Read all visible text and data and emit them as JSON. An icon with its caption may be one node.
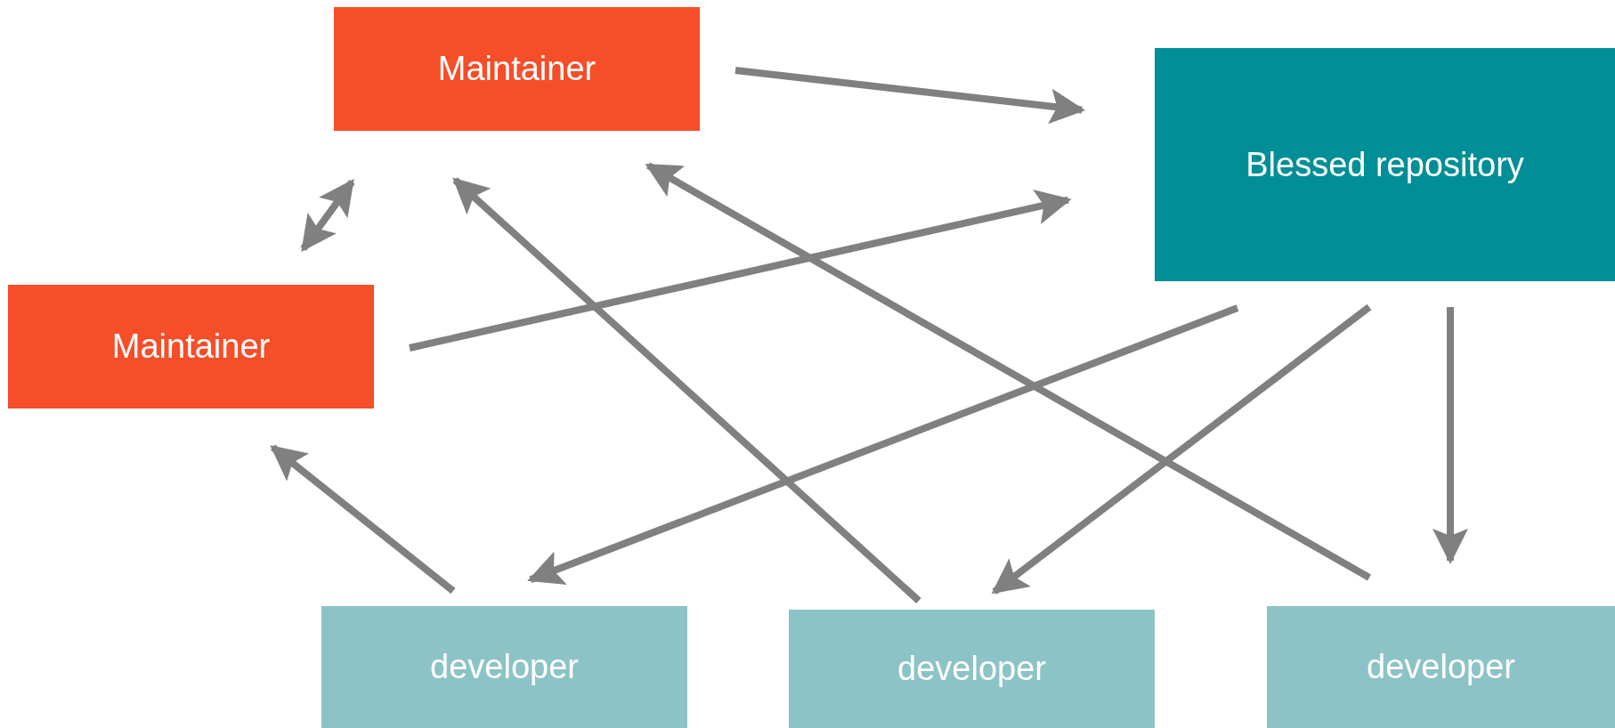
{
  "diagram": {
    "nodes": [
      {
        "text": [
          "Maintainer"
        ]
      },
      {
        "text": [
          "Blessed repository"
        ]
      },
      {
        "text": [
          "Maintainer"
        ]
      },
      {
        "text": [
          "developer"
        ]
      },
      {
        "text": [
          "developer"
        ]
      },
      {
        "text": [
          "developer"
        ]
      }
    ],
    "edges": [
      {
        "from": 0,
        "to": 1,
        "arrow": "to"
      },
      {
        "from": 0,
        "to": 2,
        "arrow": "both"
      },
      {
        "from": 2,
        "to": 1,
        "arrow": "to"
      },
      {
        "from": 3,
        "to": 2,
        "arrow": "to"
      },
      {
        "from": 4,
        "to": 0,
        "arrow": "to"
      },
      {
        "from": 5,
        "to": 0,
        "arrow": "to"
      },
      {
        "from": 1,
        "to": 3,
        "arrow": "to"
      },
      {
        "from": 1,
        "to": 4,
        "arrow": "to"
      },
      {
        "from": 1,
        "to": 5,
        "arrow": "to"
      }
    ]
  }
}
